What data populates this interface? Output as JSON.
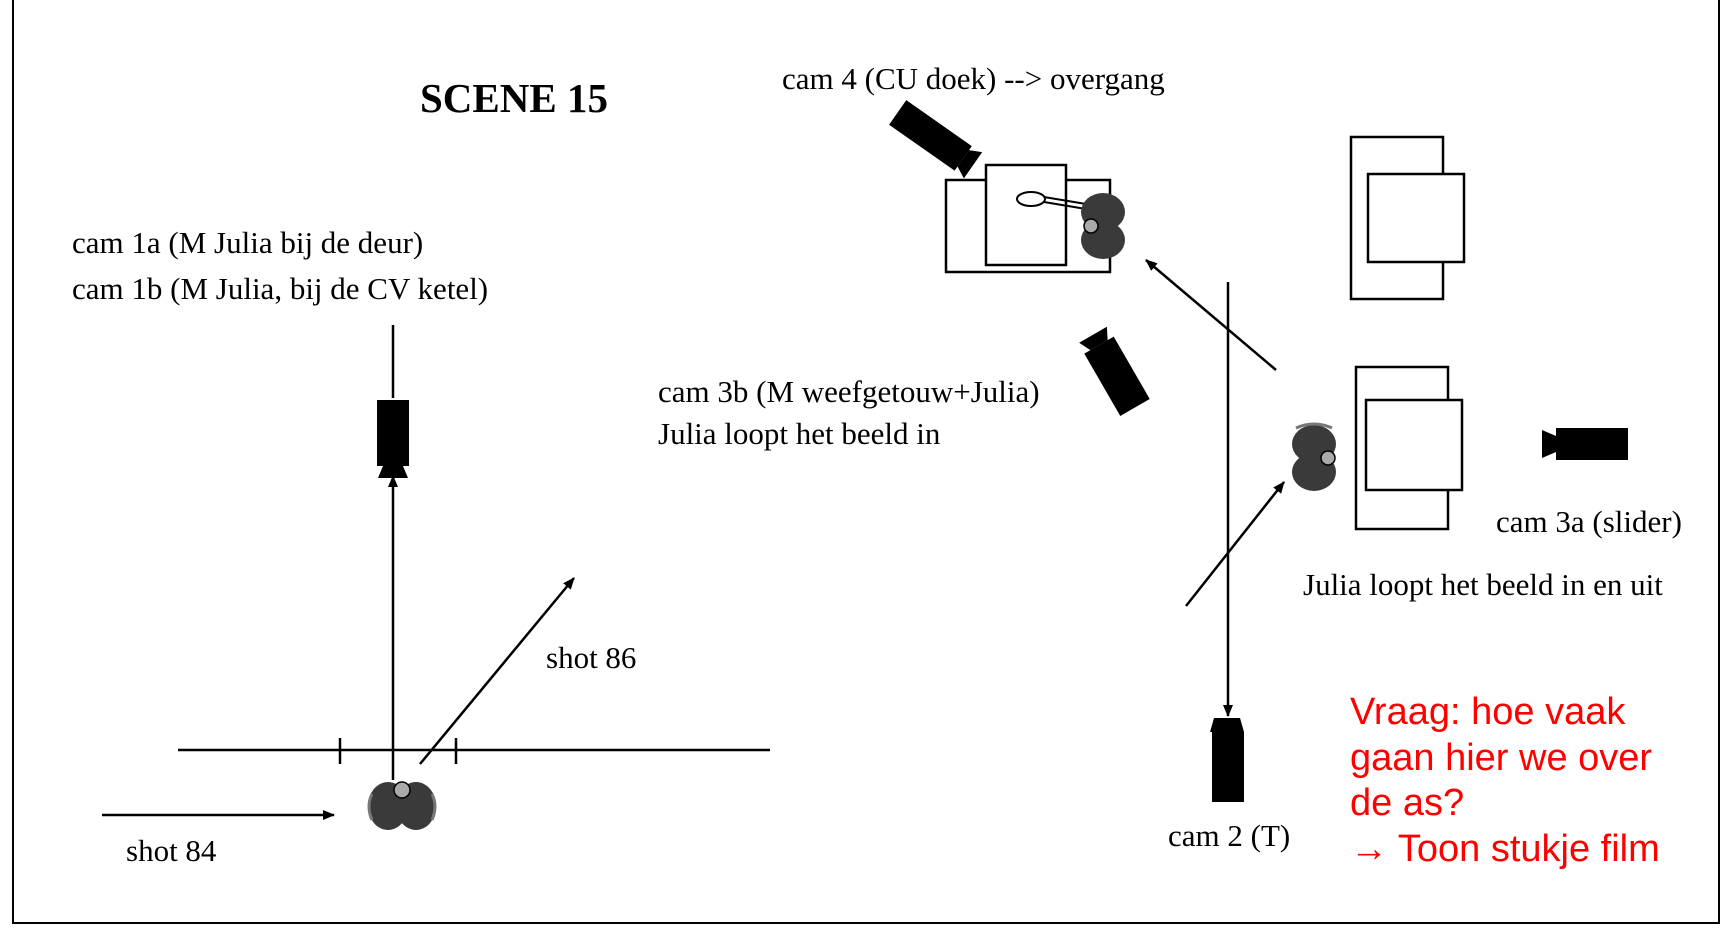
{
  "title": "SCENE 15",
  "labels": {
    "cam1a": "cam 1a (M Julia bij de deur)",
    "cam1b": "cam 1b (M Julia, bij de CV ketel)",
    "cam4": "cam 4 (CU doek) --> overgang",
    "cam3b_line1": "cam 3b (M weefgetouw+Julia)",
    "cam3b_line2": "Julia loopt het beeld in",
    "cam3a": "cam 3a (slider)",
    "julia_in_uit": "Julia loopt het beeld in en uit",
    "shot86": "shot 86",
    "shot84": "shot 84",
    "cam2": "cam 2 (T)"
  },
  "question": {
    "line1": "Vraag: hoe vaak",
    "line2": "gaan hier we over",
    "line3": "de as?",
    "line4": "→ Toon stukje film",
    "color": "#ff0000"
  },
  "colors": {
    "ink": "#000000",
    "person": "#3a3a3a"
  },
  "icons": [
    "camera-icon",
    "person-icon",
    "arrow-icon"
  ]
}
